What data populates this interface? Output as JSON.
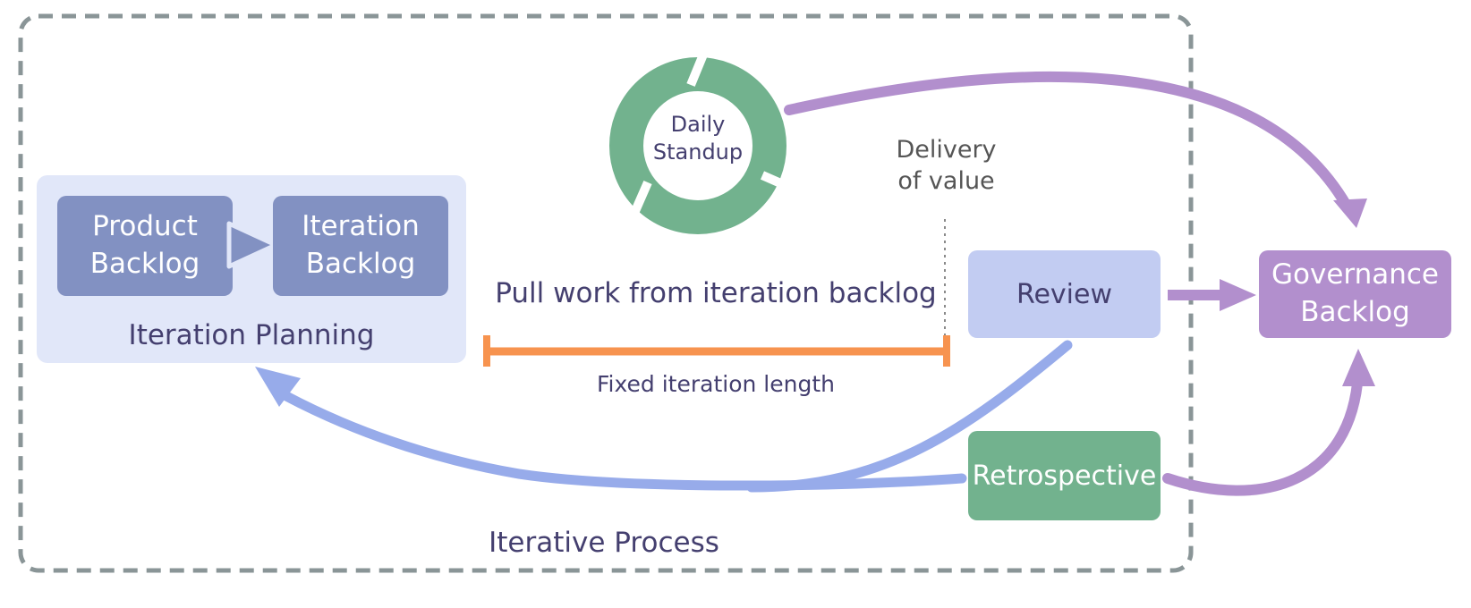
{
  "diagram": {
    "container_label": "Iterative Process",
    "planning": {
      "title": "Iteration Planning",
      "product_backlog": [
        "Product",
        "Backlog"
      ],
      "iteration_backlog": [
        "Iteration",
        "Backlog"
      ]
    },
    "standup": [
      "Daily",
      "Standup"
    ],
    "delivery": [
      "Delivery",
      "of value"
    ],
    "pull_label": "Pull work from iteration backlog",
    "timeline_label": "Fixed iteration length",
    "review": "Review",
    "retrospective": "Retrospective",
    "governance": [
      "Governance",
      "Backlog"
    ]
  },
  "colors": {
    "container_border": "#8a9597",
    "planning_bg": "#e1e7f9",
    "backlog_box": "#8291c2",
    "standup_green": "#72b28e",
    "review_box": "#c2ccf2",
    "retro_box": "#72b28e",
    "governance_box": "#b28fcd",
    "purple_arrow": "#b28fcd",
    "blue_arrow": "#97abea",
    "orange_bar": "#f7934f",
    "text_dark": "#443f6f",
    "text_grey": "#555555"
  }
}
